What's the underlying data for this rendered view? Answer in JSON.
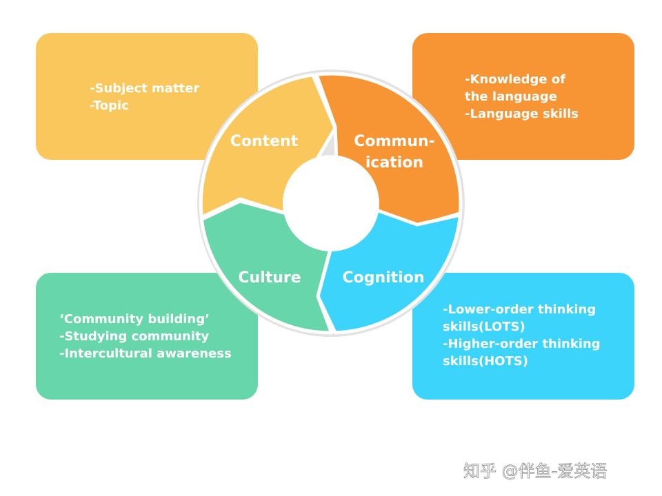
{
  "colors": {
    "content": "#f9c75b",
    "communication": "#f79433",
    "culture": "#68d6ab",
    "cognition": "#3cd4fb"
  },
  "cycle": {
    "content_label": "Content",
    "communication_label": [
      "Commun-",
      "ication"
    ],
    "culture_label": "Culture",
    "cognition_label": "Cognition"
  },
  "boxes": {
    "content": [
      "-Subject matter",
      "-Topic"
    ],
    "communication": [
      "-Knowledge of",
      "the language",
      "-Language skills"
    ],
    "culture": [
      "‘Community building’",
      "-Studying community",
      "-Intercultural awareness"
    ],
    "cognition": [
      "-Lower-order thinking",
      "skills(LOTS)",
      "-Higher-order thinking",
      "skills(HOTS)"
    ]
  },
  "watermark": "知乎 @伴鱼-爱英语"
}
